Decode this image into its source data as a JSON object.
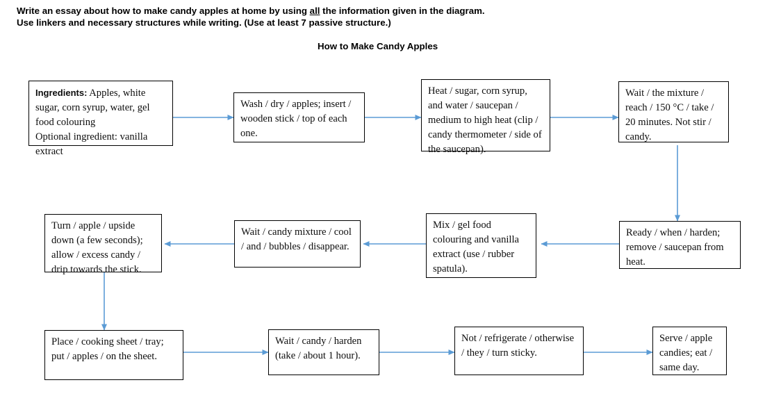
{
  "instructions": {
    "line1_part1": "Write an essay about how to make candy apples at home by using ",
    "line1_underlined": "all",
    "line1_part2": " the information given in the diagram.",
    "line2": "Use linkers and necessary structures while writing. (Use at least 7 passive structure.)"
  },
  "diagram": {
    "title": "How to Make Candy Apples",
    "accent_color": "#5b9bd5",
    "border_color": "#000000",
    "nodes": [
      {
        "id": "ingredients",
        "label_bold": "Ingredients:",
        "text": " Apples, white sugar, corn syrup, water, gel food colouring\nOptional ingredient: vanilla extract"
      },
      {
        "id": "wash-dry",
        "text": "Wash / dry / apples; insert / wooden stick / top of each one."
      },
      {
        "id": "heat-sugar",
        "text": "Heat / sugar, corn syrup, and water / saucepan / medium to high heat (clip / candy thermometer / side of the saucepan)."
      },
      {
        "id": "wait-mixture",
        "text": "Wait / the mixture / reach / 150 °C / take / 20 minutes. Not stir / candy."
      },
      {
        "id": "ready-harden",
        "text": "Ready / when / harden; remove / saucepan from heat."
      },
      {
        "id": "mix-colouring",
        "text": "Mix / gel food colouring and vanilla extract (use / rubber spatula)."
      },
      {
        "id": "wait-cool",
        "text": "Wait / candy mixture / cool / and / bubbles / disappear."
      },
      {
        "id": "turn-apple",
        "text": "Turn / apple / upside down (a few seconds); allow / excess candy / drip towards the stick."
      },
      {
        "id": "place-sheet",
        "text": "Place / cooking sheet / tray; put / apples / on the sheet."
      },
      {
        "id": "wait-harden",
        "text": "Wait / candy / harden (take / about 1 hour)."
      },
      {
        "id": "not-refrigerate",
        "text": "Not / refrigerate / otherwise / they / turn sticky."
      },
      {
        "id": "serve",
        "text": "Serve / apple candies; eat / same day."
      }
    ]
  }
}
